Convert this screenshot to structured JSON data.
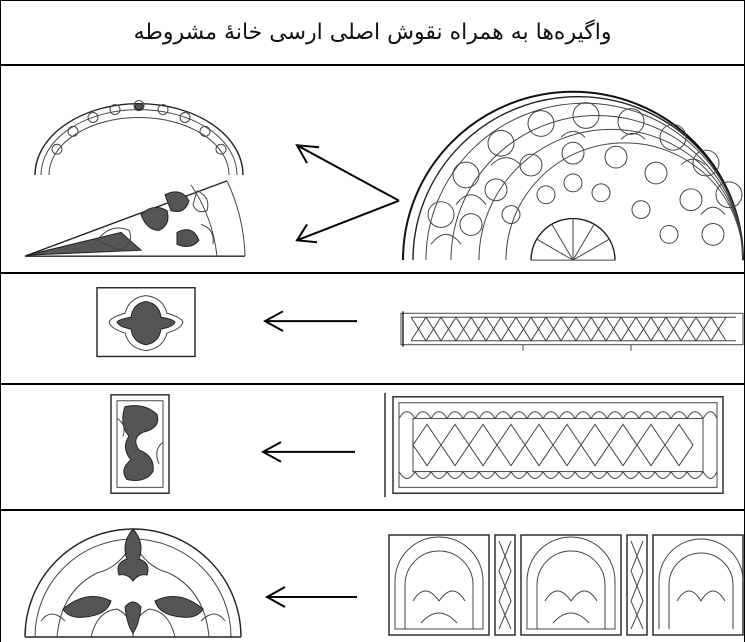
{
  "title": "واگیره‌ها به همراه نقوش اصلی ارسی خانۀ مشروطه",
  "rows": [
    {
      "original": "half-circle-rose-window",
      "motifs": [
        "arched-border-band",
        "wedge-section-motif"
      ]
    },
    {
      "original": "lattice-band-frieze",
      "motifs": [
        "quatrefoil-tile-motif"
      ]
    },
    {
      "original": "rectangular-arch-panel",
      "motifs": [
        "vertical-strip-motif"
      ]
    },
    {
      "original": "arched-window-series",
      "motifs": [
        "half-circle-fan-motif"
      ]
    }
  ]
}
